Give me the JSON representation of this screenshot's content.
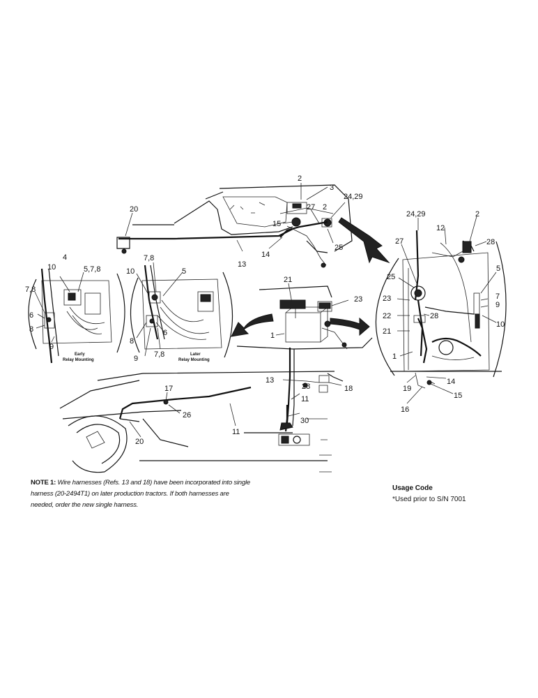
{
  "diagram": {
    "callouts": {
      "top_2": "2",
      "top_3": "3",
      "top_24_29": "24,29",
      "top_20": "20",
      "top_27": "27",
      "top_2b": "2",
      "top_15": "15",
      "top_14": "14",
      "top_13": "13",
      "top_25": "25",
      "l_10": "10",
      "l_4": "4",
      "l_578": "5,7,8",
      "l_78": "7,8",
      "l_6": "6",
      "l_8": "8",
      "l_9": "9",
      "m_78": "7,8",
      "m_10": "10",
      "m_5": "5",
      "m_6": "6",
      "m_8": "8",
      "m_9": "9",
      "m_78b": "7,8",
      "c_21": "21",
      "c_23": "23",
      "c_1": "1",
      "r_24_29": "24,29",
      "r_2": "2",
      "r_12": "12",
      "r_28": "28",
      "r_27": "27",
      "r_5": "5",
      "r_25": "25",
      "r_7": "7",
      "r_9": "9",
      "r_23": "23",
      "r_28b": "28",
      "r_10": "10",
      "r_22": "22",
      "r_21": "21",
      "r_1": "1",
      "r_14": "14",
      "r_19": "19",
      "r_15": "15",
      "r_16": "16",
      "b_17": "17",
      "b_13": "13",
      "b_28": "28",
      "b_18": "18",
      "b_11": "11",
      "b_26": "26",
      "b_30": "30",
      "b_11b": "11",
      "b_20": "20"
    },
    "captions": {
      "early_line1": "Early",
      "early_line2": "Relay Mounting",
      "later_line1": "Later",
      "later_line2": "Relay Mounting"
    }
  },
  "note": {
    "label": "NOTE 1:",
    "text": "Wire harnesses (Refs. 13 and 18) have been incorporated into single harness (20-2494T1) on later production tractors. If both harnesses are needed, order the new single harness."
  },
  "usage": {
    "heading": "Usage Code",
    "line": "*Used prior to S/N 7001"
  }
}
